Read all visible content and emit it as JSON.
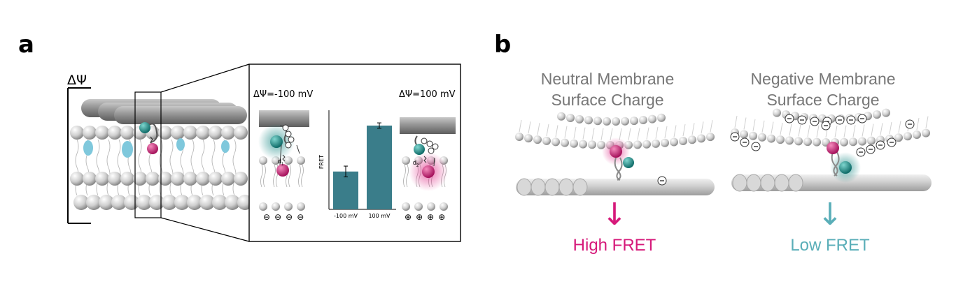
{
  "panel_a": {
    "letter": "a",
    "membrane_potential_symbol": "ΔΨ",
    "left_condition": "ΔΨ=-100 mV",
    "right_condition": "ΔΨ=100 mV",
    "left_charges": [
      "⊖",
      "⊖",
      "⊖",
      "⊖"
    ],
    "right_charges": [
      "⊕",
      "⊕",
      "⊕",
      "⊕"
    ],
    "distance_labels": [
      "d",
      "d"
    ],
    "distance_subscripts": [
      "1",
      "2"
    ]
  },
  "panel_b": {
    "letter": "b",
    "neutral_title_line1": "Neutral Membrane",
    "neutral_title_line2": "Surface Charge",
    "negative_title_line1": "Negative Membrane",
    "negative_title_line2": "Surface Charge",
    "neutral_result": "High FRET",
    "negative_result": "Low FRET",
    "charge_symbol": "⊖",
    "arrow_glyph": "↓"
  },
  "colors": {
    "teal": "#1a8a86",
    "magenta": "#d6197a",
    "bar": "#3a7d8a",
    "gray_text": "#777777",
    "light_blue_arrow": "#5aaeb8"
  },
  "chart_data": {
    "type": "bar",
    "categories": [
      "-100 mV",
      "100 mV"
    ],
    "values": [
      0.42,
      0.93
    ],
    "errors": [
      0.06,
      0.03
    ],
    "title": "",
    "xlabel": "",
    "ylabel": "FRET",
    "ylim": [
      0,
      1.1
    ]
  }
}
